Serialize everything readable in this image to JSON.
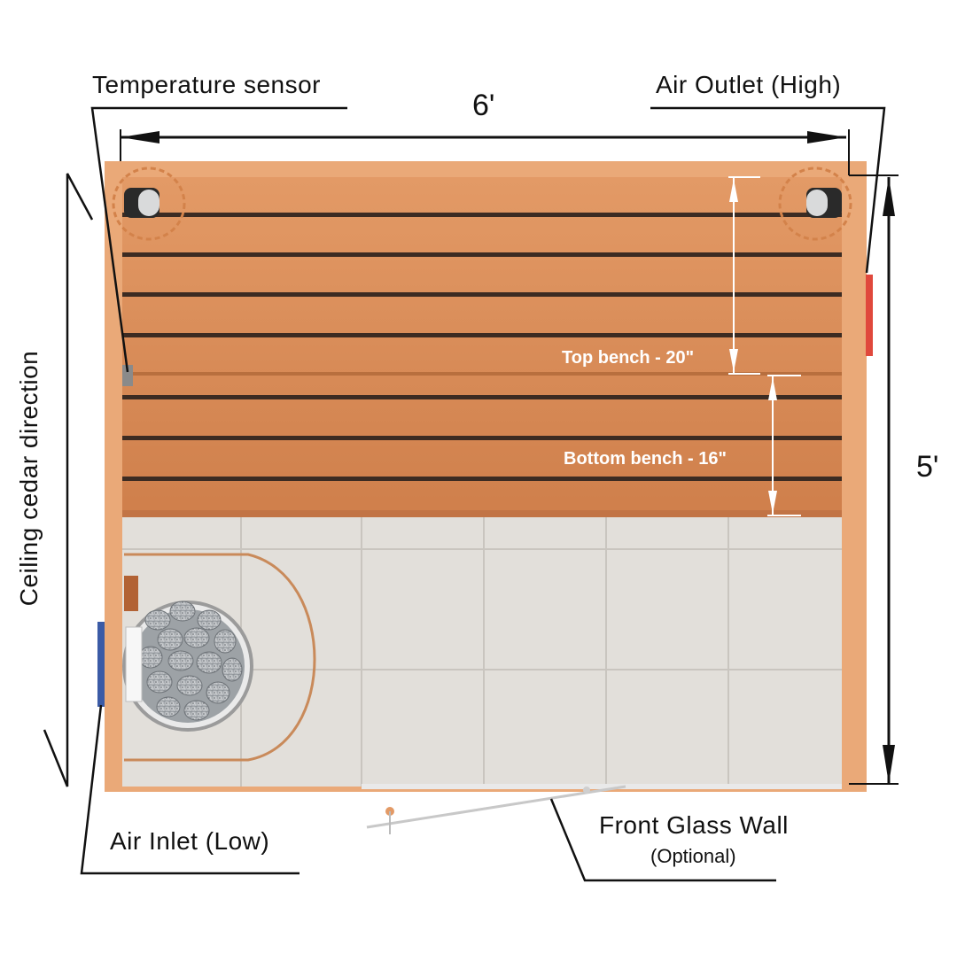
{
  "labels": {
    "temperature_sensor": "Temperature sensor",
    "air_outlet": "Air Outlet (High)",
    "width_dim": "6'",
    "depth_dim": "5'",
    "ceiling_direction": "Ceiling cedar direction",
    "top_bench": "Top bench - 20\"",
    "bottom_bench": "Bottom bench - 16\"",
    "air_inlet": "Air Inlet (Low)",
    "front_glass": "Front Glass Wall",
    "front_glass_note": "(Optional)"
  },
  "colors": {
    "cedar_frame": "#e9a877",
    "cedar_bench": "#d88a55",
    "bench_gap": "#3a2a22",
    "floor_tile": "#dedbd6",
    "tile_grout": "#c9c5bf",
    "heater_stone": "#b8bcc0",
    "outlet_vent": "#e0483c",
    "inlet_vent": "#3b5ba6",
    "leader_line": "#111111"
  },
  "icons": [
    "temperature-sensor-icon",
    "light-fixture-icon",
    "sauna-heater-icon",
    "air-outlet-vent-icon",
    "air-inlet-vent-icon",
    "glass-door-icon"
  ]
}
